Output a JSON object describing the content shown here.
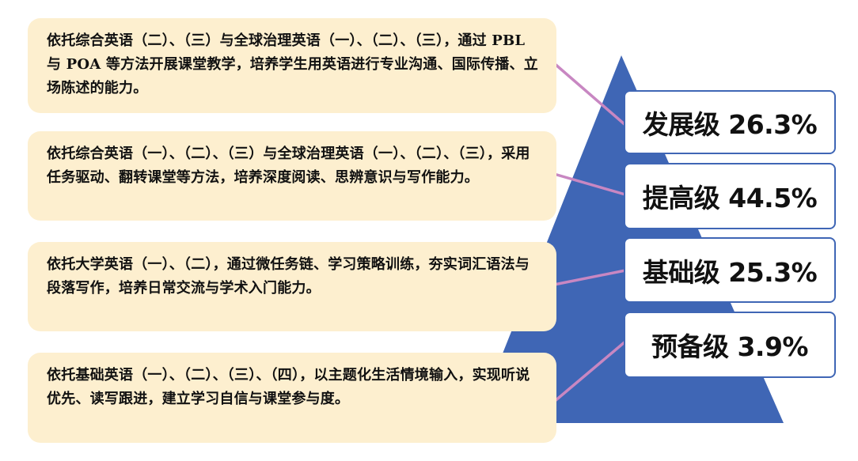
{
  "levels": [
    {
      "label": "发展级 26.3%",
      "name": "发展级",
      "percent": 26.3,
      "description": "依托综合英语（二）、（三）与全球治理英语（一）、（二）、（三），通过 PBL 与 POA 等方法开展课堂教学，培养学生用英语进行专业沟通、国际传播、立场陈述的能力。"
    },
    {
      "label": "提高级 44.5%",
      "name": "提高级",
      "percent": 44.5,
      "description": "依托综合英语（一）、（二）、（三）与全球治理英语（一）、（二）、（三），采用任务驱动、翻转课堂等方法，培养深度阅读、思辨意识与写作能力。"
    },
    {
      "label": "基础级 25.3%",
      "name": "基础级",
      "percent": 25.3,
      "description": "依托大学英语（一）、（二），通过微任务链、学习策略训练，夯实词汇语法与段落写作，培养日常交流与学术入门能力。"
    },
    {
      "label": "预备级 3.9%",
      "name": "预备级",
      "percent": 3.9,
      "description": "依托基础英语（一）、（二）、（三）、（四），以主题化生活情境输入，实现听说优先、读写跟进，建立学习自信与课堂参与度。"
    }
  ],
  "colors": {
    "pyramid": "#3f66b5",
    "level_border": "#3f66b5",
    "description_bg": "#fdefcf",
    "connector": "#c887c2"
  }
}
